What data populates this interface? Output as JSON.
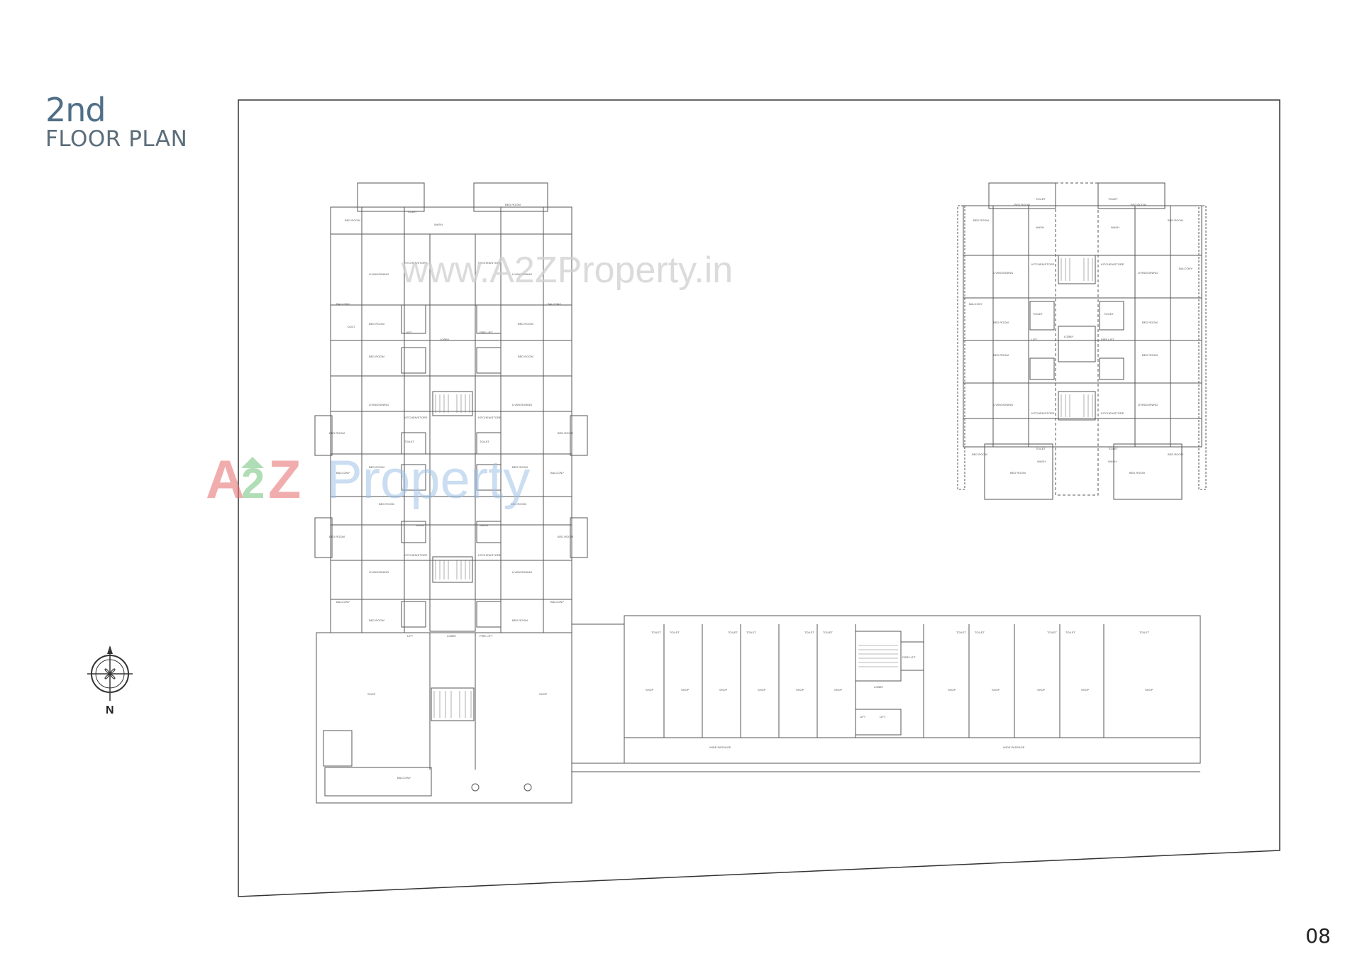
{
  "title": {
    "number": "2nd",
    "subtitle": "FLOOR PLAN"
  },
  "page_number": "08",
  "compass": {
    "direction_label": "N"
  },
  "watermarks": {
    "url": "www.A2ZProperty.in",
    "brand_a": "A",
    "brand_2": "2",
    "brand_z": "Z",
    "brand_word": "Property"
  },
  "room_labels": {
    "bed_room": "BED ROOM",
    "toilet": "TOILET",
    "wash": "WASH",
    "living_dining": "LIVING/DINING",
    "kitchen_store": "KITCHEN/STORE",
    "balcony": "BALCONY",
    "duct": "DUCT",
    "lift": "LIFT",
    "fire_lift": "FIRE LIFT",
    "lobby": "LOBBY",
    "shop": "SHOP",
    "passage": "WIDE PASSAGE"
  }
}
